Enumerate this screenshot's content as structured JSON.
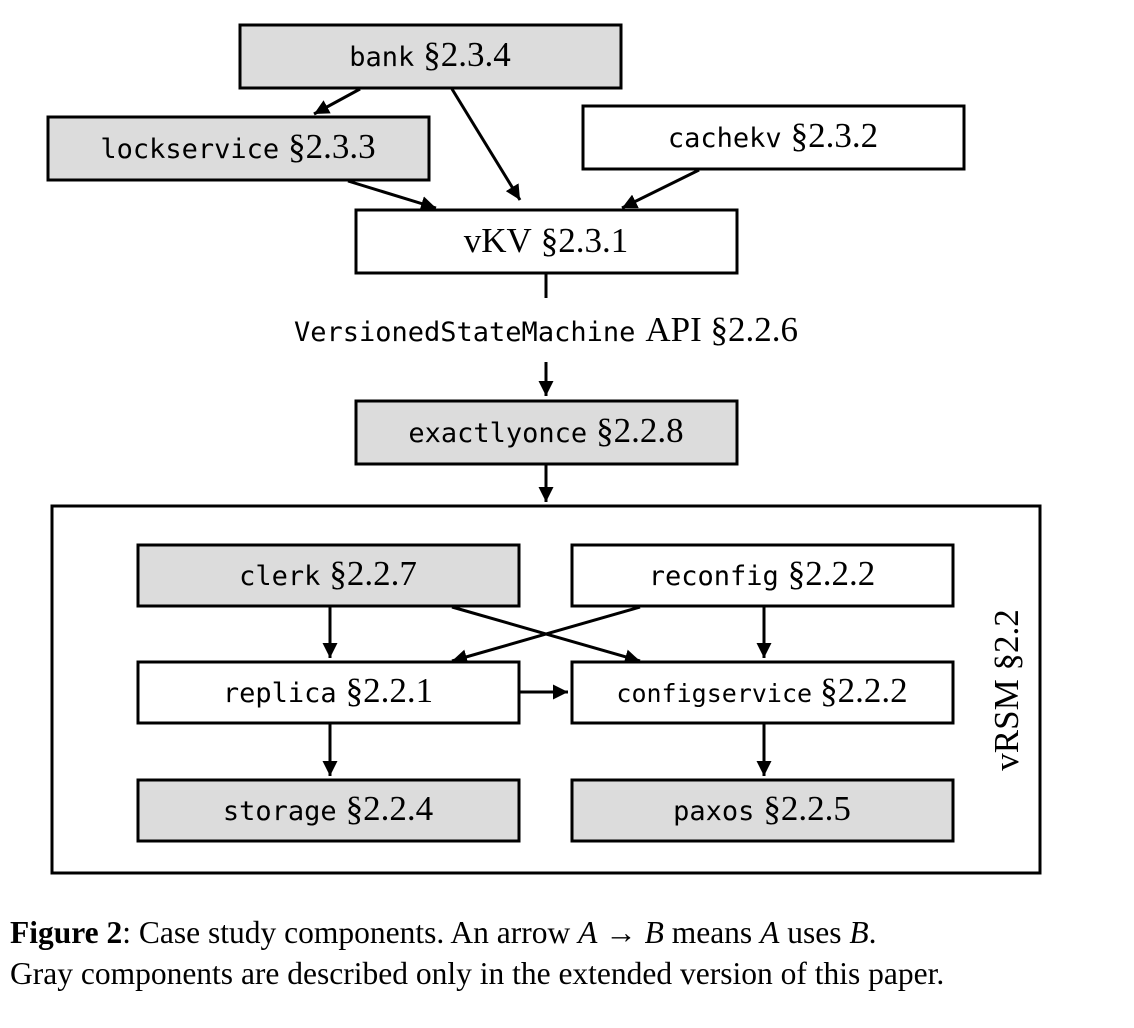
{
  "nodes": {
    "bank": {
      "name": "bank",
      "section": "§2.3.4"
    },
    "lockservice": {
      "name": "lockservice",
      "section": "§2.3.3"
    },
    "cachekv": {
      "name": "cachekv",
      "section": "§2.3.2"
    },
    "vkv": {
      "name": "vKV",
      "section": "§2.3.1"
    },
    "exactlyonce": {
      "name": "exactlyonce",
      "section": "§2.2.8"
    },
    "clerk": {
      "name": "clerk",
      "section": "§2.2.7"
    },
    "reconfig": {
      "name": "reconfig",
      "section": "§2.2.2"
    },
    "replica": {
      "name": "replica",
      "section": "§2.2.1"
    },
    "configservice": {
      "name": "configservice",
      "section": "§2.2.2"
    },
    "storage": {
      "name": "storage",
      "section": "§2.2.4"
    },
    "paxos": {
      "name": "paxos",
      "section": "§2.2.5"
    }
  },
  "api_label": {
    "name": "VersionedStateMachine",
    "suffix": "API §2.2.6"
  },
  "group_label": "vRSM §2.2",
  "caption": {
    "figure_label": "Figure 2",
    "text1": ": Case study components.  An arrow ",
    "var_a": "A",
    "arrow": "→",
    "var_b": "B",
    "text2": " means ",
    "var_a2": "A",
    "text3": " uses ",
    "var_b2": "B",
    "text4": ".",
    "line2": "Gray components are described only in the extended version of this paper."
  }
}
